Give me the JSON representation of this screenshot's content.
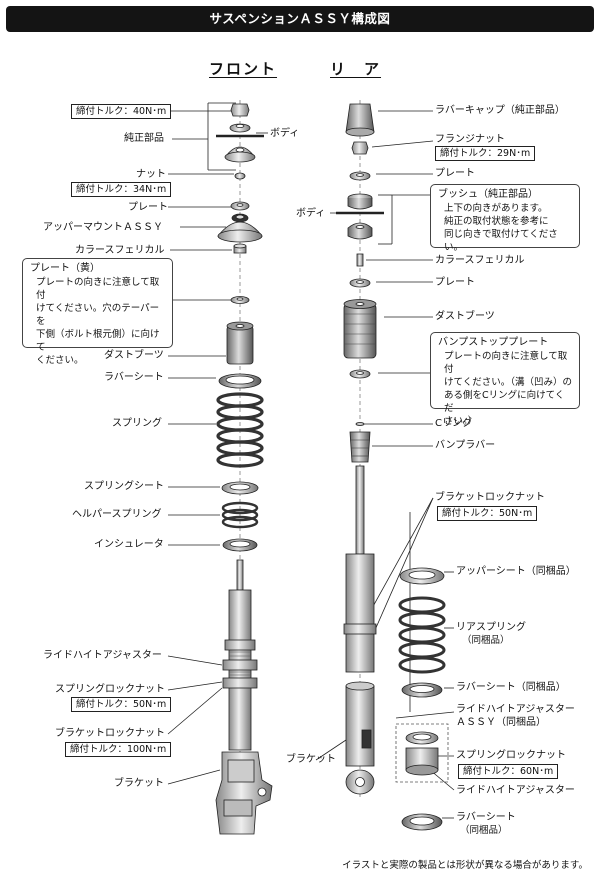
{
  "title": "サスペンションＡＳＳＹ構成図",
  "columns": {
    "front": "フロント",
    "rear": "リ　ア"
  },
  "front": {
    "torque_top": "締付トルク：40N･m",
    "genuine_parts": "純正部品",
    "body": "ボディ",
    "nut": "ナット",
    "torque_nut": "締付トルク：34N･m",
    "plate": "プレート",
    "upper_mount": "アッパーマウントＡＳＳＹ",
    "collar": "カラースフェリカル",
    "note_plate": {
      "title": "プレート（黄）",
      "lines": [
        "プレートの向きに注意して取付",
        "けてください。穴のテーパーを",
        "下側（ボルト根元側）に向けて",
        "ください。"
      ]
    },
    "dust_boot": "ダストブーツ",
    "rubber_seat": "ラバーシート",
    "spring": "スプリング",
    "spring_seat": "スプリングシート",
    "helper_spring": "ヘルパースプリング",
    "insulator": "インシュレータ",
    "ride_height_adjuster": "ライドハイトアジャスター",
    "spring_lock_nut": "スプリングロックナット",
    "torque_spring_lock": "締付トルク：50N･m",
    "bracket_lock_nut": "ブラケットロックナット",
    "torque_bracket_lock": "締付トルク：100N･m",
    "bracket": "ブラケット"
  },
  "rear": {
    "rubber_cap": "ラバーキャップ（純正部品）",
    "flange_nut": "フランジナット",
    "torque_flange": "締付トルク：29N･m",
    "plate_top": "プレート",
    "note_bush": {
      "title": "ブッシュ（純正部品）",
      "lines": [
        "上下の向きがあります。",
        "純正の取付状態を参考に",
        "同じ向きで取付けてください。"
      ]
    },
    "body": "ボディ",
    "collar": "カラースフェリカル",
    "plate": "プレート",
    "dust_boot": "ダストブーツ",
    "note_bump_plate": {
      "title": "バンプストッププレート",
      "lines": [
        "プレートの向きに注意して取付",
        "けてください。（溝（凹み）の",
        "ある側をCリングに向けてくだ",
        "さい。）"
      ]
    },
    "c_ring": "Cリング",
    "bump_rubber": "バンプラバー",
    "bracket_lock_nut": "ブラケットロックナット",
    "torque_bracket_lock": "締付トルク：50N･m",
    "upper_seat": "アッパーシート（同梱品）",
    "rear_spring": "リアスプリング",
    "rear_spring_sub": "（同梱品）",
    "rubber_seat": "ラバーシート（同梱品）",
    "ride_height_assy": "ライドハイトアジャスター",
    "ride_height_assy_2": "ＡＳＳＹ（同梱品）",
    "spring_lock_nut": "スプリングロックナット",
    "torque_spring_lock": "締付トルク：60N･m",
    "ride_height_adjuster": "ライドハイトアジャスター",
    "bracket": "ブラケット",
    "rubber_seat_bottom": "ラバーシート",
    "rubber_seat_bottom_sub": "（同梱品）"
  },
  "footer": "イラストと実際の製品とは形状が異なる場合があります。"
}
